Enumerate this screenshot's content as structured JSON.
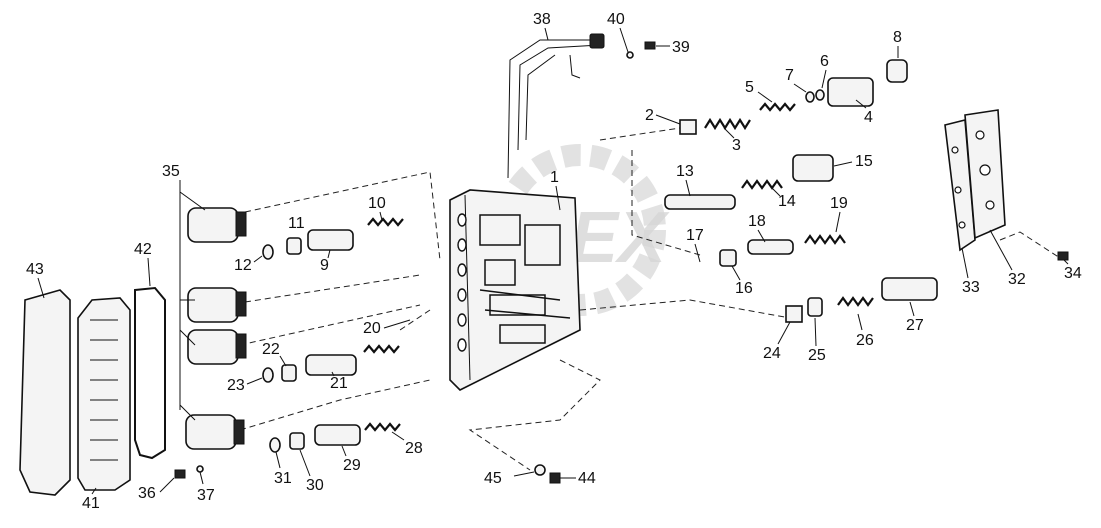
{
  "watermark": "DPEX",
  "callouts": [
    {
      "id": "c1",
      "text": "1"
    },
    {
      "id": "c2",
      "text": "2"
    },
    {
      "id": "c3",
      "text": "3"
    },
    {
      "id": "c4",
      "text": "4"
    },
    {
      "id": "c5",
      "text": "5"
    },
    {
      "id": "c6",
      "text": "6"
    },
    {
      "id": "c7",
      "text": "7"
    },
    {
      "id": "c8",
      "text": "8"
    },
    {
      "id": "c9",
      "text": "9"
    },
    {
      "id": "c10",
      "text": "10"
    },
    {
      "id": "c11",
      "text": "11"
    },
    {
      "id": "c12",
      "text": "12"
    },
    {
      "id": "c13",
      "text": "13"
    },
    {
      "id": "c14",
      "text": "14"
    },
    {
      "id": "c15",
      "text": "15"
    },
    {
      "id": "c16",
      "text": "16"
    },
    {
      "id": "c17",
      "text": "17"
    },
    {
      "id": "c18",
      "text": "18"
    },
    {
      "id": "c19",
      "text": "19"
    },
    {
      "id": "c20",
      "text": "20"
    },
    {
      "id": "c21",
      "text": "21"
    },
    {
      "id": "c22",
      "text": "22"
    },
    {
      "id": "c23",
      "text": "23"
    },
    {
      "id": "c24",
      "text": "24"
    },
    {
      "id": "c25",
      "text": "25"
    },
    {
      "id": "c26",
      "text": "26"
    },
    {
      "id": "c27",
      "text": "27"
    },
    {
      "id": "c28",
      "text": "28"
    },
    {
      "id": "c29",
      "text": "29"
    },
    {
      "id": "c30",
      "text": "30"
    },
    {
      "id": "c31",
      "text": "31"
    },
    {
      "id": "c32",
      "text": "32"
    },
    {
      "id": "c33",
      "text": "33"
    },
    {
      "id": "c34",
      "text": "34"
    },
    {
      "id": "c35",
      "text": "35"
    },
    {
      "id": "c36",
      "text": "36"
    },
    {
      "id": "c37",
      "text": "37"
    },
    {
      "id": "c38",
      "text": "38"
    },
    {
      "id": "c39",
      "text": "39"
    },
    {
      "id": "c40",
      "text": "40"
    },
    {
      "id": "c41",
      "text": "41"
    },
    {
      "id": "c42",
      "text": "42"
    },
    {
      "id": "c43",
      "text": "43"
    },
    {
      "id": "c44",
      "text": "44"
    },
    {
      "id": "c45",
      "text": "45"
    }
  ]
}
